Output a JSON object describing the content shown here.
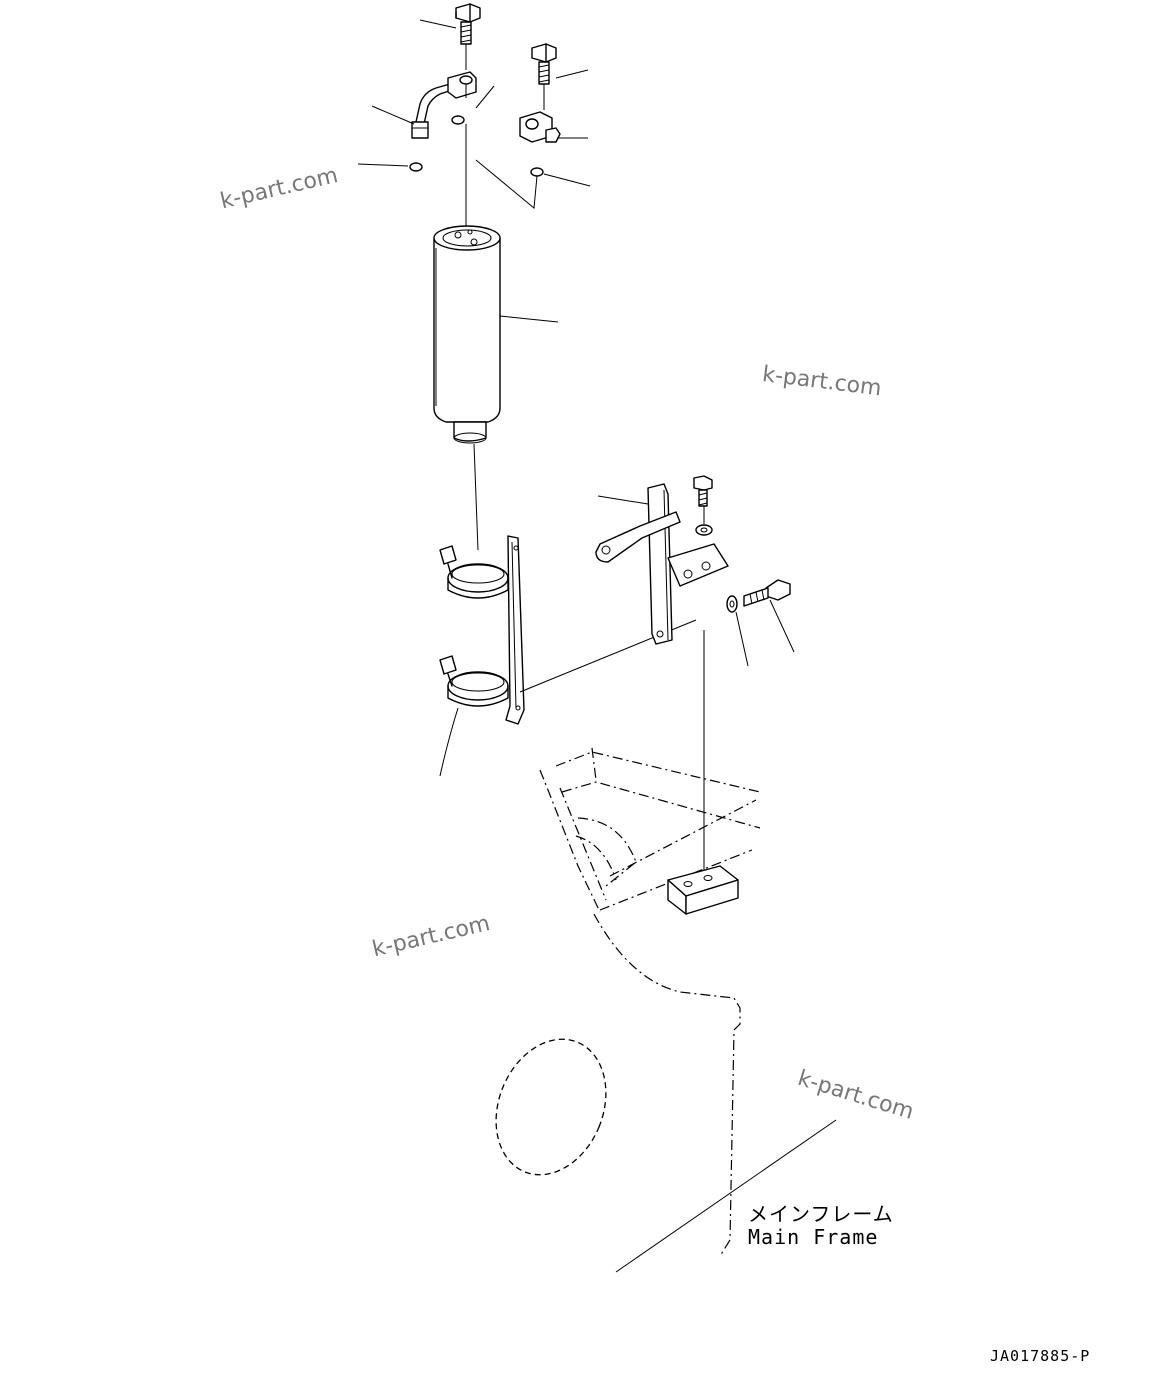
{
  "labels": {
    "main_frame_jp": "メインフレーム",
    "main_frame_en": "Main Frame"
  },
  "drawing_code": "JA017885-P",
  "watermarks": [
    "k-part.com",
    "k-part.com",
    "k-part.com",
    "k-part.com"
  ],
  "colors": {
    "line": "#000000",
    "background": "#ffffff",
    "watermark": "#777777"
  }
}
